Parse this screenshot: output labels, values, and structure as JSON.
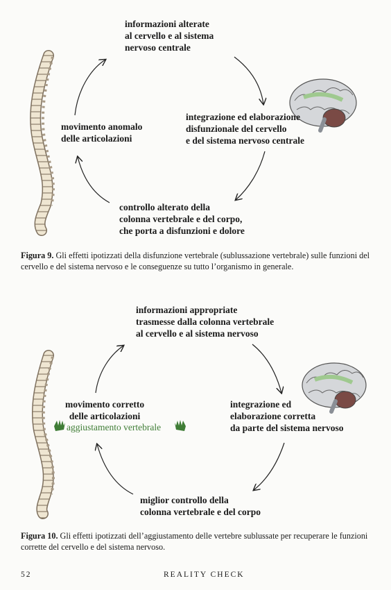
{
  "figure9": {
    "top_text": "informazioni alterate\nal cervello e al sistema\nnervoso centrale",
    "right_text": "integrazione ed elaborazione\ndisfunzionale del cervello\ne del sistema nervoso centrale",
    "bottom_text": "controllo alterato della\ncolonna vertebrale e del corpo,\nche porta a disfunzioni e dolore",
    "left_text": "movimento anomalo\ndelle articolazioni",
    "caption_label": "Figura 9.",
    "caption_text": " Gli effetti ipotizzati della disfunzione vertebrale (sublussazione vertebrale) sulle funzioni del cervello e del sistema nervoso e le conseguenze su tutto l’organismo in generale."
  },
  "figure10": {
    "top_text": "informazioni appropriate\ntrasmesse dalla colonna vertebrale\nal cervello e al sistema nervoso",
    "right_text": "integrazione ed\nelaborazione corretta\nda parte del sistema nervoso",
    "bottom_text": "miglior controllo della\ncolonna vertebrale e del corpo",
    "left_text": "movimento corretto\ndelle articolazioni",
    "green_text": "aggiustamento vertebrale",
    "caption_label": "Figura 10.",
    "caption_text": " Gli effetti ipotizzati dell’aggiustamento delle vertebre sublussate per recuperare le funzioni corrette del cervello e del sistema nervoso."
  },
  "footer": {
    "page_number": "52",
    "running_title": "REALITY CHECK"
  },
  "colors": {
    "accent_green": "#3f7d36",
    "brain_gray": "#8a8f96",
    "brain_green": "#9fc98f",
    "cerebellum": "#7a4a45",
    "spine_bone": "#e8dcc4"
  }
}
